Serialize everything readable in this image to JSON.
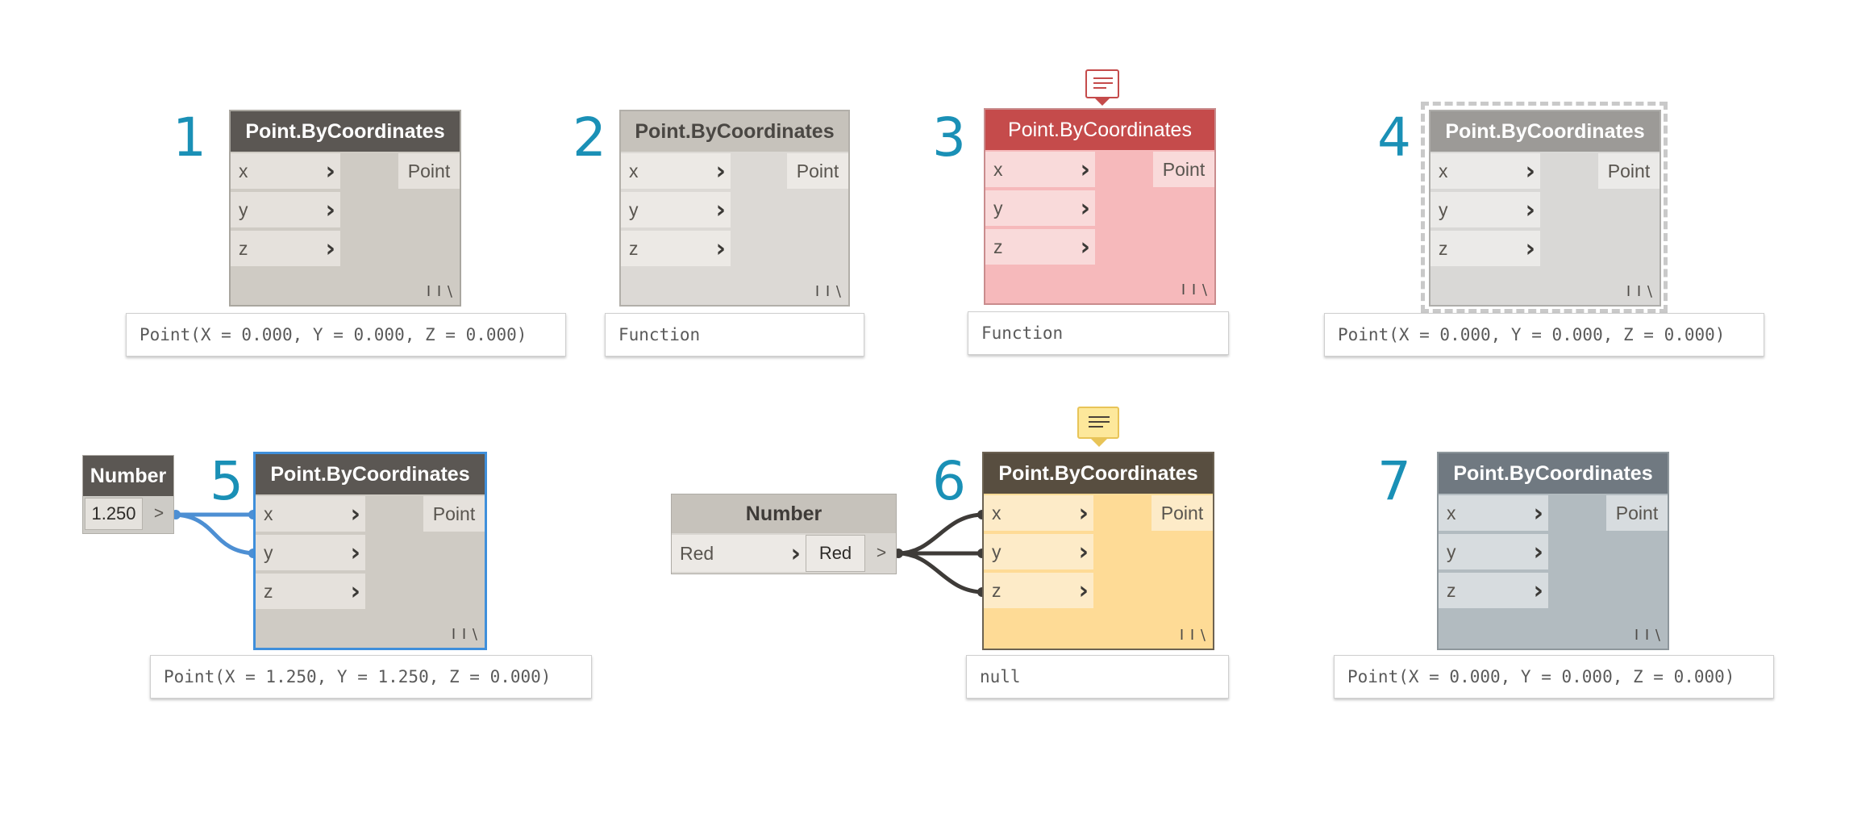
{
  "colors": {
    "label_blue": "#1a90b6",
    "error_header": "#c54b4b",
    "error_body": "#f6b9bb",
    "warning_header": "#584e40",
    "warning_body": "#fedb96",
    "selected_border": "#3f8fdb",
    "frozen_header": "#707981",
    "frozen_body": "#b2bbc0",
    "wire_blue": "#4d8fd3",
    "wire_dark": "#3e3b38"
  },
  "nodes": [
    {
      "number": "1",
      "title": "Point.ByCoordinates",
      "inputs": [
        "x",
        "y",
        "z"
      ],
      "output": "Point",
      "lacing": "I I \\",
      "preview": "Point(X = 0.000, Y = 0.000, Z = 0.000)"
    },
    {
      "number": "2",
      "title": "Point.ByCoordinates",
      "inputs": [
        "x",
        "y",
        "z"
      ],
      "output": "Point",
      "lacing": "I I \\",
      "preview": "Function"
    },
    {
      "number": "3",
      "title": "Point.ByCoordinates",
      "inputs": [
        "x",
        "y",
        "z"
      ],
      "output": "Point",
      "lacing": "I I \\",
      "preview": "Function",
      "bubble_icon": "error-comment-icon"
    },
    {
      "number": "4",
      "title": "Point.ByCoordinates",
      "inputs": [
        "x",
        "y",
        "z"
      ],
      "output": "Point",
      "lacing": "I I \\",
      "preview": "Point(X = 0.000, Y = 0.000, Z = 0.000)"
    },
    {
      "number": "5",
      "title": "Point.ByCoordinates",
      "inputs": [
        "x",
        "y",
        "z"
      ],
      "output": "Point",
      "lacing": "I I \\",
      "preview": "Point(X = 1.250, Y = 1.250, Z = 0.000)"
    },
    {
      "number": "6",
      "title": "Point.ByCoordinates",
      "inputs": [
        "x",
        "y",
        "z"
      ],
      "output": "Point",
      "lacing": "I I \\",
      "preview": "null",
      "bubble_icon": "warning-comment-icon"
    },
    {
      "number": "7",
      "title": "Point.ByCoordinates",
      "inputs": [
        "x",
        "y",
        "z"
      ],
      "output": "Point",
      "lacing": "I I \\",
      "preview": "Point(X = 0.000, Y = 0.000, Z = 0.000)"
    }
  ],
  "number_node_a": {
    "title": "Number",
    "value": "1.250",
    "output_arrow": ">"
  },
  "number_node_b": {
    "title": "Number",
    "input": "Red",
    "value": "Red",
    "output_arrow": ">"
  }
}
